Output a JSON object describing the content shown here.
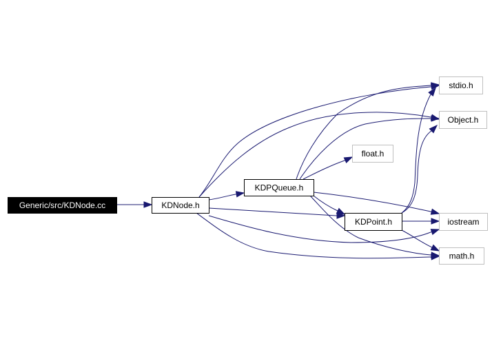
{
  "colors": {
    "edge": "#191970",
    "root_fill": "#000000",
    "root_text": "#ffffff",
    "node_border_strong": "#000000",
    "node_border_weak": "#bfbfbf",
    "node_fill": "#ffffff"
  },
  "graph": {
    "nodes": [
      {
        "id": "kdnode_cc",
        "label": "Generic/src/KDNode.cc",
        "style": "root"
      },
      {
        "id": "kdnode_h",
        "label": "KDNode.h",
        "style": "strong"
      },
      {
        "id": "kdpqueue_h",
        "label": "KDPQueue.h",
        "style": "strong"
      },
      {
        "id": "kdpoint_h",
        "label": "KDPoint.h",
        "style": "strong"
      },
      {
        "id": "stdio_h",
        "label": "stdio.h",
        "style": "weak"
      },
      {
        "id": "object_h",
        "label": "Object.h",
        "style": "weak"
      },
      {
        "id": "float_h",
        "label": "float.h",
        "style": "weak"
      },
      {
        "id": "iostream",
        "label": "iostream",
        "style": "weak"
      },
      {
        "id": "math_h",
        "label": "math.h",
        "style": "weak"
      }
    ],
    "edges": [
      {
        "from": "kdnode_cc",
        "to": "kdnode_h"
      },
      {
        "from": "kdnode_h",
        "to": "stdio_h"
      },
      {
        "from": "kdnode_h",
        "to": "object_h"
      },
      {
        "from": "kdnode_h",
        "to": "kdpqueue_h"
      },
      {
        "from": "kdnode_h",
        "to": "kdpoint_h"
      },
      {
        "from": "kdnode_h",
        "to": "iostream"
      },
      {
        "from": "kdnode_h",
        "to": "math_h"
      },
      {
        "from": "kdpqueue_h",
        "to": "stdio_h"
      },
      {
        "from": "kdpqueue_h",
        "to": "object_h"
      },
      {
        "from": "kdpqueue_h",
        "to": "float_h"
      },
      {
        "from": "kdpqueue_h",
        "to": "kdpoint_h"
      },
      {
        "from": "kdpqueue_h",
        "to": "iostream"
      },
      {
        "from": "kdpqueue_h",
        "to": "math_h"
      },
      {
        "from": "kdpoint_h",
        "to": "stdio_h"
      },
      {
        "from": "kdpoint_h",
        "to": "object_h"
      },
      {
        "from": "kdpoint_h",
        "to": "iostream"
      },
      {
        "from": "kdpoint_h",
        "to": "math_h"
      }
    ]
  }
}
